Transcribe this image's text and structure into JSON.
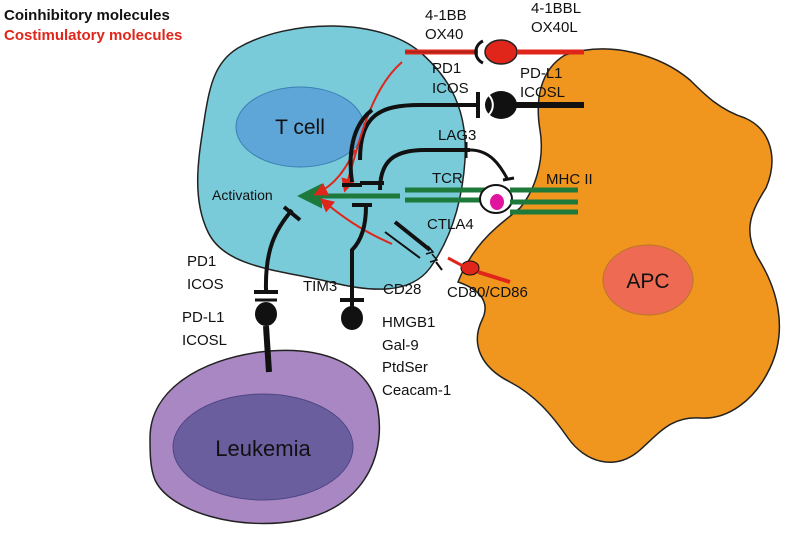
{
  "legend": {
    "coinhibitory": "Coinhibitory molecules",
    "costimulatory": "Costimulatory molecules"
  },
  "cells": {
    "t_cell": "T cell",
    "apc": "APC",
    "leukemia": "Leukemia"
  },
  "labels": {
    "activation": "Activation",
    "tcr": "TCR",
    "mhc": "MHC II",
    "lag3": "LAG3",
    "ctla4": "CTLA4",
    "cd28": "CD28",
    "cd80_cd86": "CD80/CD86",
    "tim3": "TIM3",
    "pd1_top": "PD1",
    "icos_top": "ICOS",
    "pdl1_top": "PD-L1",
    "icosl_top": "ICOSL",
    "r41bb": "4-1BB",
    "ox40": "OX40",
    "r41bbl": "4-1BBL",
    "ox40l": "OX40L",
    "pd1_left": "PD1",
    "icos_left": "ICOS",
    "pdl1_left": "PD-L1",
    "icosl_left": "ICOSL",
    "ligands_tim3": [
      "HMGB1",
      "Gal-9",
      "PtdSer",
      "Ceacam-1"
    ]
  },
  "colors": {
    "t_cell_body": "#79cbd9",
    "t_cell_nucleus": "#5ea6d8",
    "apc_body": "#f0961e",
    "apc_nucleus": "#ee6a52",
    "leukemia_body": "#a987c2",
    "leukemia_nucleus": "#6a5e9e",
    "costimulatory": "#e0261b",
    "activation_arrow": "#1d7a3a",
    "coinhibitory": "#111111"
  }
}
